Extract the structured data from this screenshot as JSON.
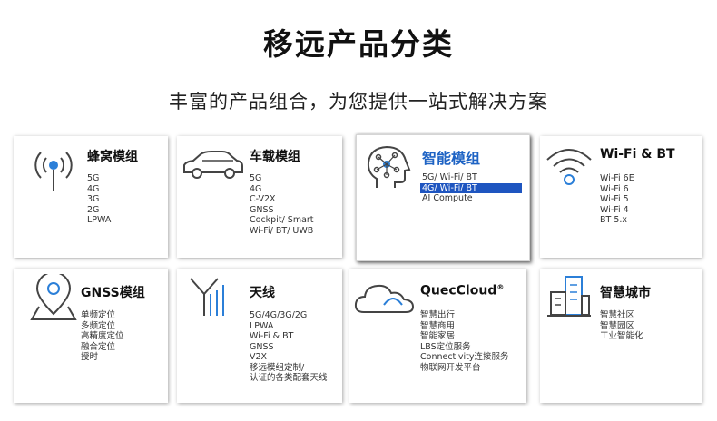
{
  "page": {
    "title": "移远产品分类",
    "subtitle": "丰富的产品组合，为您提供一站式解决方案"
  },
  "cards": [
    {
      "id": "cellular",
      "icon": "cellular-antenna-icon",
      "title": "蜂窝模组",
      "items": [
        "5G",
        "4G",
        "3G",
        "2G",
        "LPWA"
      ]
    },
    {
      "id": "automotive",
      "icon": "car-icon",
      "title": "车载模组",
      "items": [
        "5G",
        "4G",
        "C-V2X",
        "GNSS",
        "Cockpit/ Smart",
        "Wi-Fi/ BT/ UWB"
      ]
    },
    {
      "id": "smart",
      "icon": "ai-head-icon",
      "title": "智能模组",
      "items": [
        "5G/ Wi-Fi/ BT",
        "4G/ Wi-Fi/ BT",
        "AI Compute"
      ],
      "selected_item": "4G/ Wi-Fi/ BT"
    },
    {
      "id": "wifi-bt",
      "icon": "wifi-icon",
      "title": "Wi-Fi & BT",
      "items": [
        "Wi-Fi 6E",
        "Wi-Fi 6",
        "Wi-Fi 5",
        "Wi-Fi 4",
        "BT 5.x"
      ]
    },
    {
      "id": "gnss",
      "icon": "location-pin-icon",
      "title": "GNSS模组",
      "items": [
        "单频定位",
        "多频定位",
        "高精度定位",
        "融合定位",
        "授时"
      ]
    },
    {
      "id": "antenna",
      "icon": "antenna-icon",
      "title": "天线",
      "items": [
        "5G/4G/3G/2G",
        "LPWA",
        "Wi-Fi & BT",
        "GNSS",
        "V2X",
        "移远模组定制/",
        "认证的各类配套天线"
      ]
    },
    {
      "id": "cloud",
      "icon": "cloud-icon",
      "title": "QuecCloud",
      "title_sup": "®",
      "items": [
        "智慧出行",
        "智慧商用",
        "智能家居",
        "LBS定位服务",
        "Connectivity连接服务",
        "物联网开发平台"
      ]
    },
    {
      "id": "smart-city",
      "icon": "city-building-icon",
      "title": "智慧城市",
      "items": [
        "智慧社区",
        "智慧园区",
        "工业智能化"
      ]
    }
  ],
  "colors": {
    "accent": "#1e63c4",
    "selection": "#1e55c0",
    "icon_stroke": "#444444",
    "icon_accent": "#2b7fd8"
  }
}
